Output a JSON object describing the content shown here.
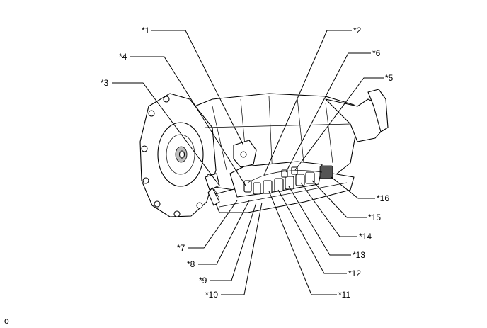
{
  "callouts": [
    {
      "id": "1",
      "text": "*1"
    },
    {
      "id": "2",
      "text": "*2"
    },
    {
      "id": "3",
      "text": "*3"
    },
    {
      "id": "4",
      "text": "*4"
    },
    {
      "id": "5",
      "text": "*5"
    },
    {
      "id": "6",
      "text": "*6"
    },
    {
      "id": "7",
      "text": "*7"
    },
    {
      "id": "8",
      "text": "*8"
    },
    {
      "id": "9",
      "text": "*9"
    },
    {
      "id": "10",
      "text": "*10"
    },
    {
      "id": "11",
      "text": "*11"
    },
    {
      "id": "12",
      "text": "*12"
    },
    {
      "id": "13",
      "text": "*13"
    },
    {
      "id": "14",
      "text": "*14"
    },
    {
      "id": "15",
      "text": "*15"
    },
    {
      "id": "16",
      "text": "*16"
    }
  ],
  "footer_mark": "o"
}
